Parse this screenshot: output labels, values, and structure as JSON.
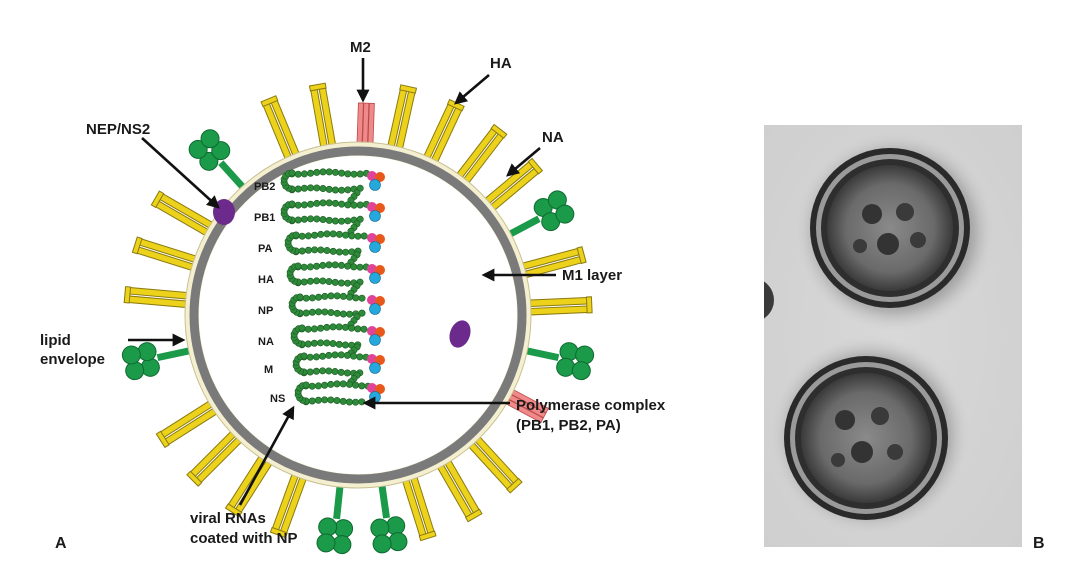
{
  "panel_a": {
    "letter": "A",
    "labels": {
      "m2": "M2",
      "ha": "HA",
      "nep": "NEP/NS2",
      "na": "NA",
      "m1": "M1 layer",
      "lipid_1": "lipid",
      "lipid_2": "envelope",
      "poly_1": "Polymerase complex",
      "poly_2": "(PB1, PB2, PA)",
      "rna_1": "viral RNAs",
      "rna_2": "coated with NP"
    },
    "segments": [
      "PB2",
      "PB1",
      "PA",
      "HA",
      "NP",
      "NA",
      "M",
      "NS"
    ],
    "colors": {
      "ha_spike": "#ecd21a",
      "ha_stroke": "#8a7a10",
      "na_head": "#1b9a4a",
      "m2_channel": "#f08a8a",
      "nep": "#6b2a8c",
      "envelope": "#f4efd0",
      "m1_ring": "#7a7a7a",
      "rnp_bead": "#2e8b3a",
      "polymerase_pink": "#e0449a",
      "polymerase_orange": "#e8581a",
      "polymerase_blue": "#25a8dc"
    }
  },
  "panel_b": {
    "letter": "B"
  }
}
